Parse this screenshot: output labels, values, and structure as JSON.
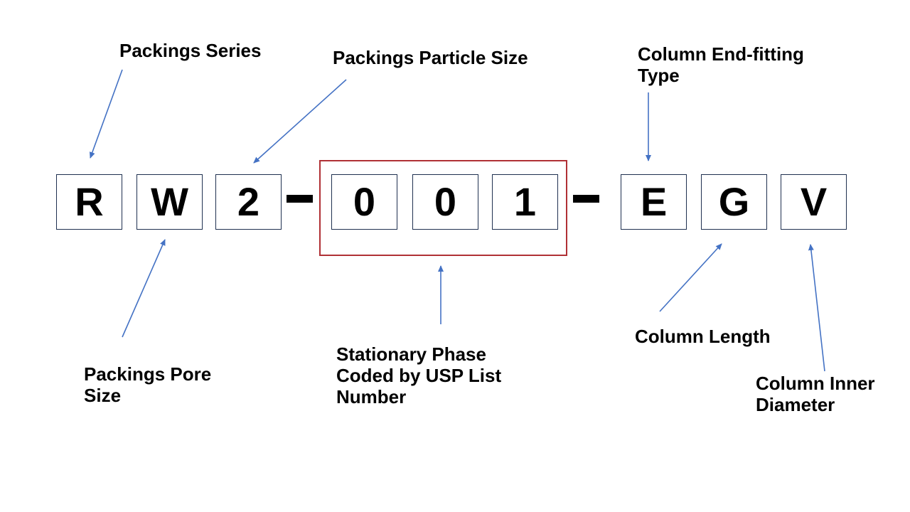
{
  "colors": {
    "arrow": "#4472C4",
    "highlight_box": "#B03035",
    "segment_border": "#1F3050",
    "text": "#000000",
    "background": "#FFFFFF"
  },
  "code": {
    "full": "RW2-001-EGV",
    "segments": [
      "R",
      "W",
      "2",
      "0",
      "0",
      "1",
      "E",
      "G",
      "V"
    ],
    "separators": [
      "-",
      "-"
    ],
    "highlighted_group": "001"
  },
  "labels": {
    "packings_series": "Packings Series",
    "packings_particle_size": "Packings Particle Size",
    "column_end_fitting_type": "Column End-fitting Type",
    "packings_pore_size": "Packings Pore Size",
    "stationary_phase": "Stationary Phase Coded by USP List Number",
    "column_length": "Column Length",
    "column_inner_diameter": "Column Inner Diameter"
  }
}
